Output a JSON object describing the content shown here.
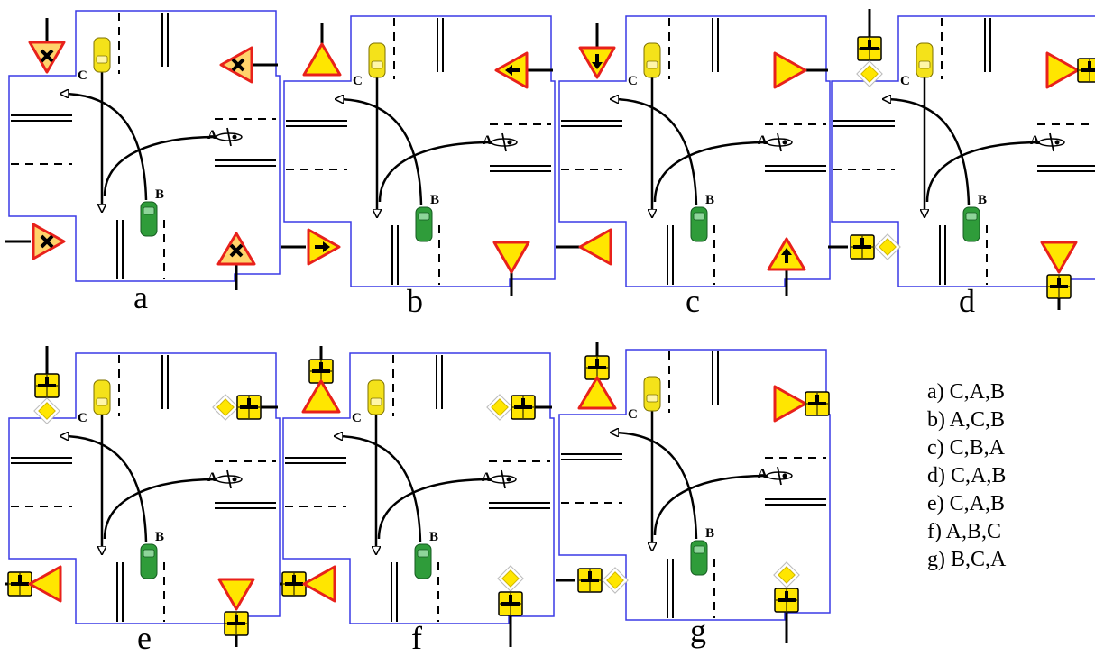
{
  "vehicle_labels": {
    "c": "C",
    "a": "A",
    "b": "B"
  },
  "colors": {
    "intersection_border": "#3a3ae6",
    "car_c": "#f4e21a",
    "car_b": "#2f9c3a",
    "sign_fill": "#ffe600",
    "sign_border": "#e8211b",
    "crossed_sign_fill": "#ffd36b",
    "path": "#000000"
  },
  "panels": [
    {
      "id": "a",
      "label": "a",
      "signs": [
        {
          "corner": "tl",
          "type": "crossroad-warning"
        },
        {
          "corner": "tr",
          "type": "crossroad-warning"
        },
        {
          "corner": "bl",
          "type": "crossroad-warning"
        },
        {
          "corner": "br",
          "type": "crossroad-warning"
        }
      ]
    },
    {
      "id": "b",
      "label": "b",
      "signs": [
        {
          "corner": "tl",
          "type": "priority-road-warning"
        },
        {
          "corner": "tr",
          "type": "warning-arrow"
        },
        {
          "corner": "bl",
          "type": "warning-arrow"
        },
        {
          "corner": "br",
          "type": "yield"
        }
      ]
    },
    {
      "id": "c",
      "label": "c",
      "signs": [
        {
          "corner": "tl",
          "type": "warning-arrow"
        },
        {
          "corner": "tr",
          "type": "priority-road-warning"
        },
        {
          "corner": "bl",
          "type": "priority-road-warning"
        },
        {
          "corner": "br",
          "type": "warning-arrow"
        }
      ]
    },
    {
      "id": "d",
      "label": "d",
      "signs": [
        {
          "corner": "tl",
          "type": "priority-road-with-plate"
        },
        {
          "corner": "tr",
          "type": "priority-road-warning-with-plate"
        },
        {
          "corner": "bl",
          "type": "priority-road-with-plate"
        },
        {
          "corner": "br",
          "type": "yield-with-plate"
        }
      ]
    },
    {
      "id": "e",
      "label": "e",
      "signs": [
        {
          "corner": "tl",
          "type": "priority-road-with-plate"
        },
        {
          "corner": "tr",
          "type": "priority-road-with-plate"
        },
        {
          "corner": "bl",
          "type": "priority-road-warning-with-plate"
        },
        {
          "corner": "br",
          "type": "yield-with-plate"
        }
      ]
    },
    {
      "id": "f",
      "label": "f",
      "signs": [
        {
          "corner": "tl",
          "type": "priority-road-warning-with-plate"
        },
        {
          "corner": "tr",
          "type": "priority-road-with-plate"
        },
        {
          "corner": "bl",
          "type": "priority-road-warning-with-plate"
        },
        {
          "corner": "br",
          "type": "priority-road-with-plate"
        }
      ]
    },
    {
      "id": "g",
      "label": "g",
      "signs": [
        {
          "corner": "tl",
          "type": "priority-road-warning-with-plate"
        },
        {
          "corner": "tr",
          "type": "priority-road-warning-with-plate"
        },
        {
          "corner": "bl",
          "type": "priority-road-with-plate"
        },
        {
          "corner": "br",
          "type": "priority-road-with-plate"
        }
      ]
    }
  ],
  "answers": [
    "a) C,A,B",
    "b) A,C,B",
    "c) C,B,A",
    "d) C,A,B",
    "e) C,A,B",
    "f) A,B,C",
    "g) B,C,A"
  ]
}
